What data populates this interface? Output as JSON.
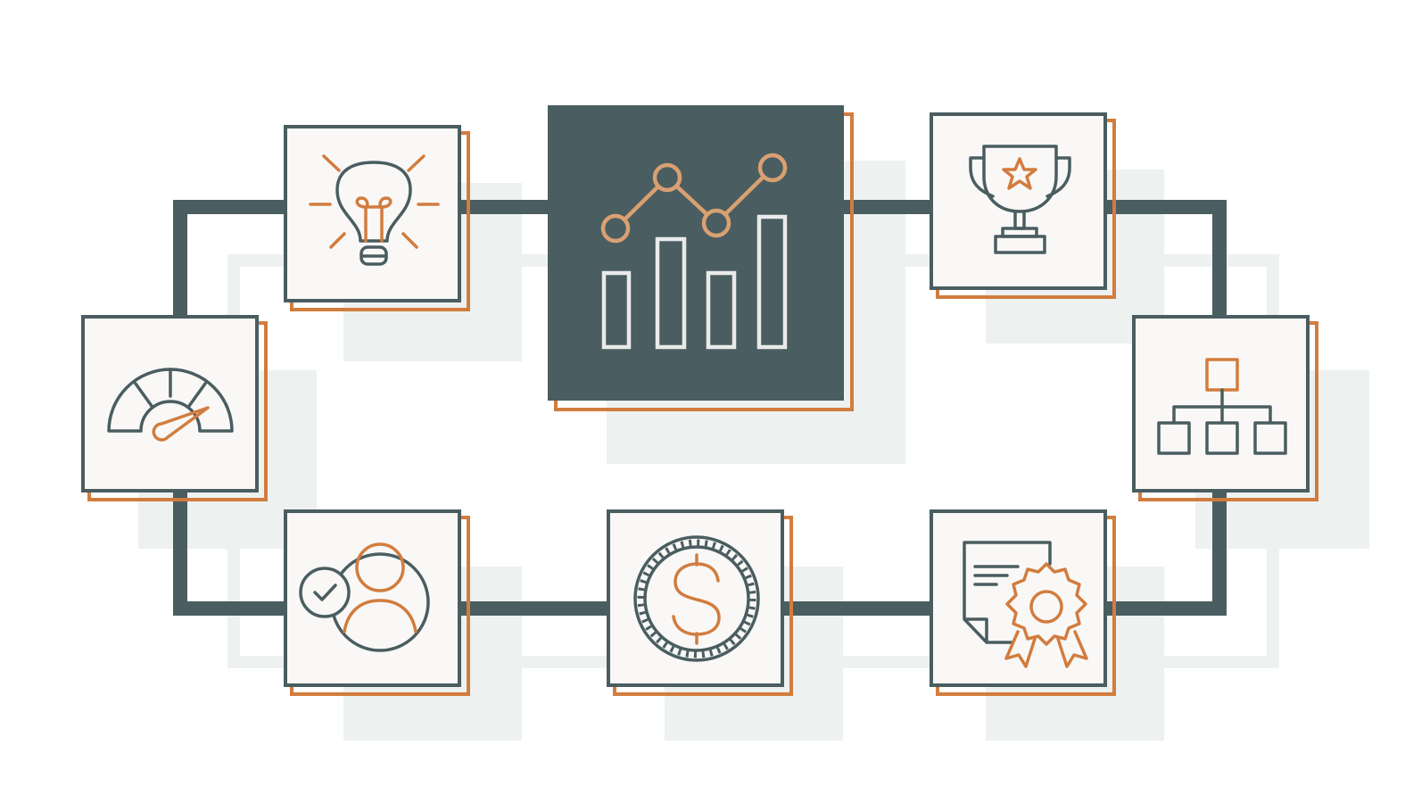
{
  "diagram": {
    "layout": "ring",
    "center_node": "growth-chart",
    "nodes": [
      {
        "id": "growth-chart",
        "icon": "line-bar-chart-icon",
        "emphasis": "highlighted"
      },
      {
        "id": "idea",
        "icon": "lightbulb-icon"
      },
      {
        "id": "performance",
        "icon": "speedometer-icon"
      },
      {
        "id": "verified-user",
        "icon": "user-check-icon"
      },
      {
        "id": "finance",
        "icon": "dollar-coin-icon"
      },
      {
        "id": "certification",
        "icon": "certificate-badge-icon"
      },
      {
        "id": "organization",
        "icon": "org-chart-icon"
      },
      {
        "id": "achievement",
        "icon": "trophy-star-icon"
      }
    ]
  },
  "colors": {
    "slate": "#4a5d60",
    "accent_orange": "#d27c3e",
    "tile_background": "#f9f8f6",
    "ghost_gray": "#edf1f0"
  }
}
